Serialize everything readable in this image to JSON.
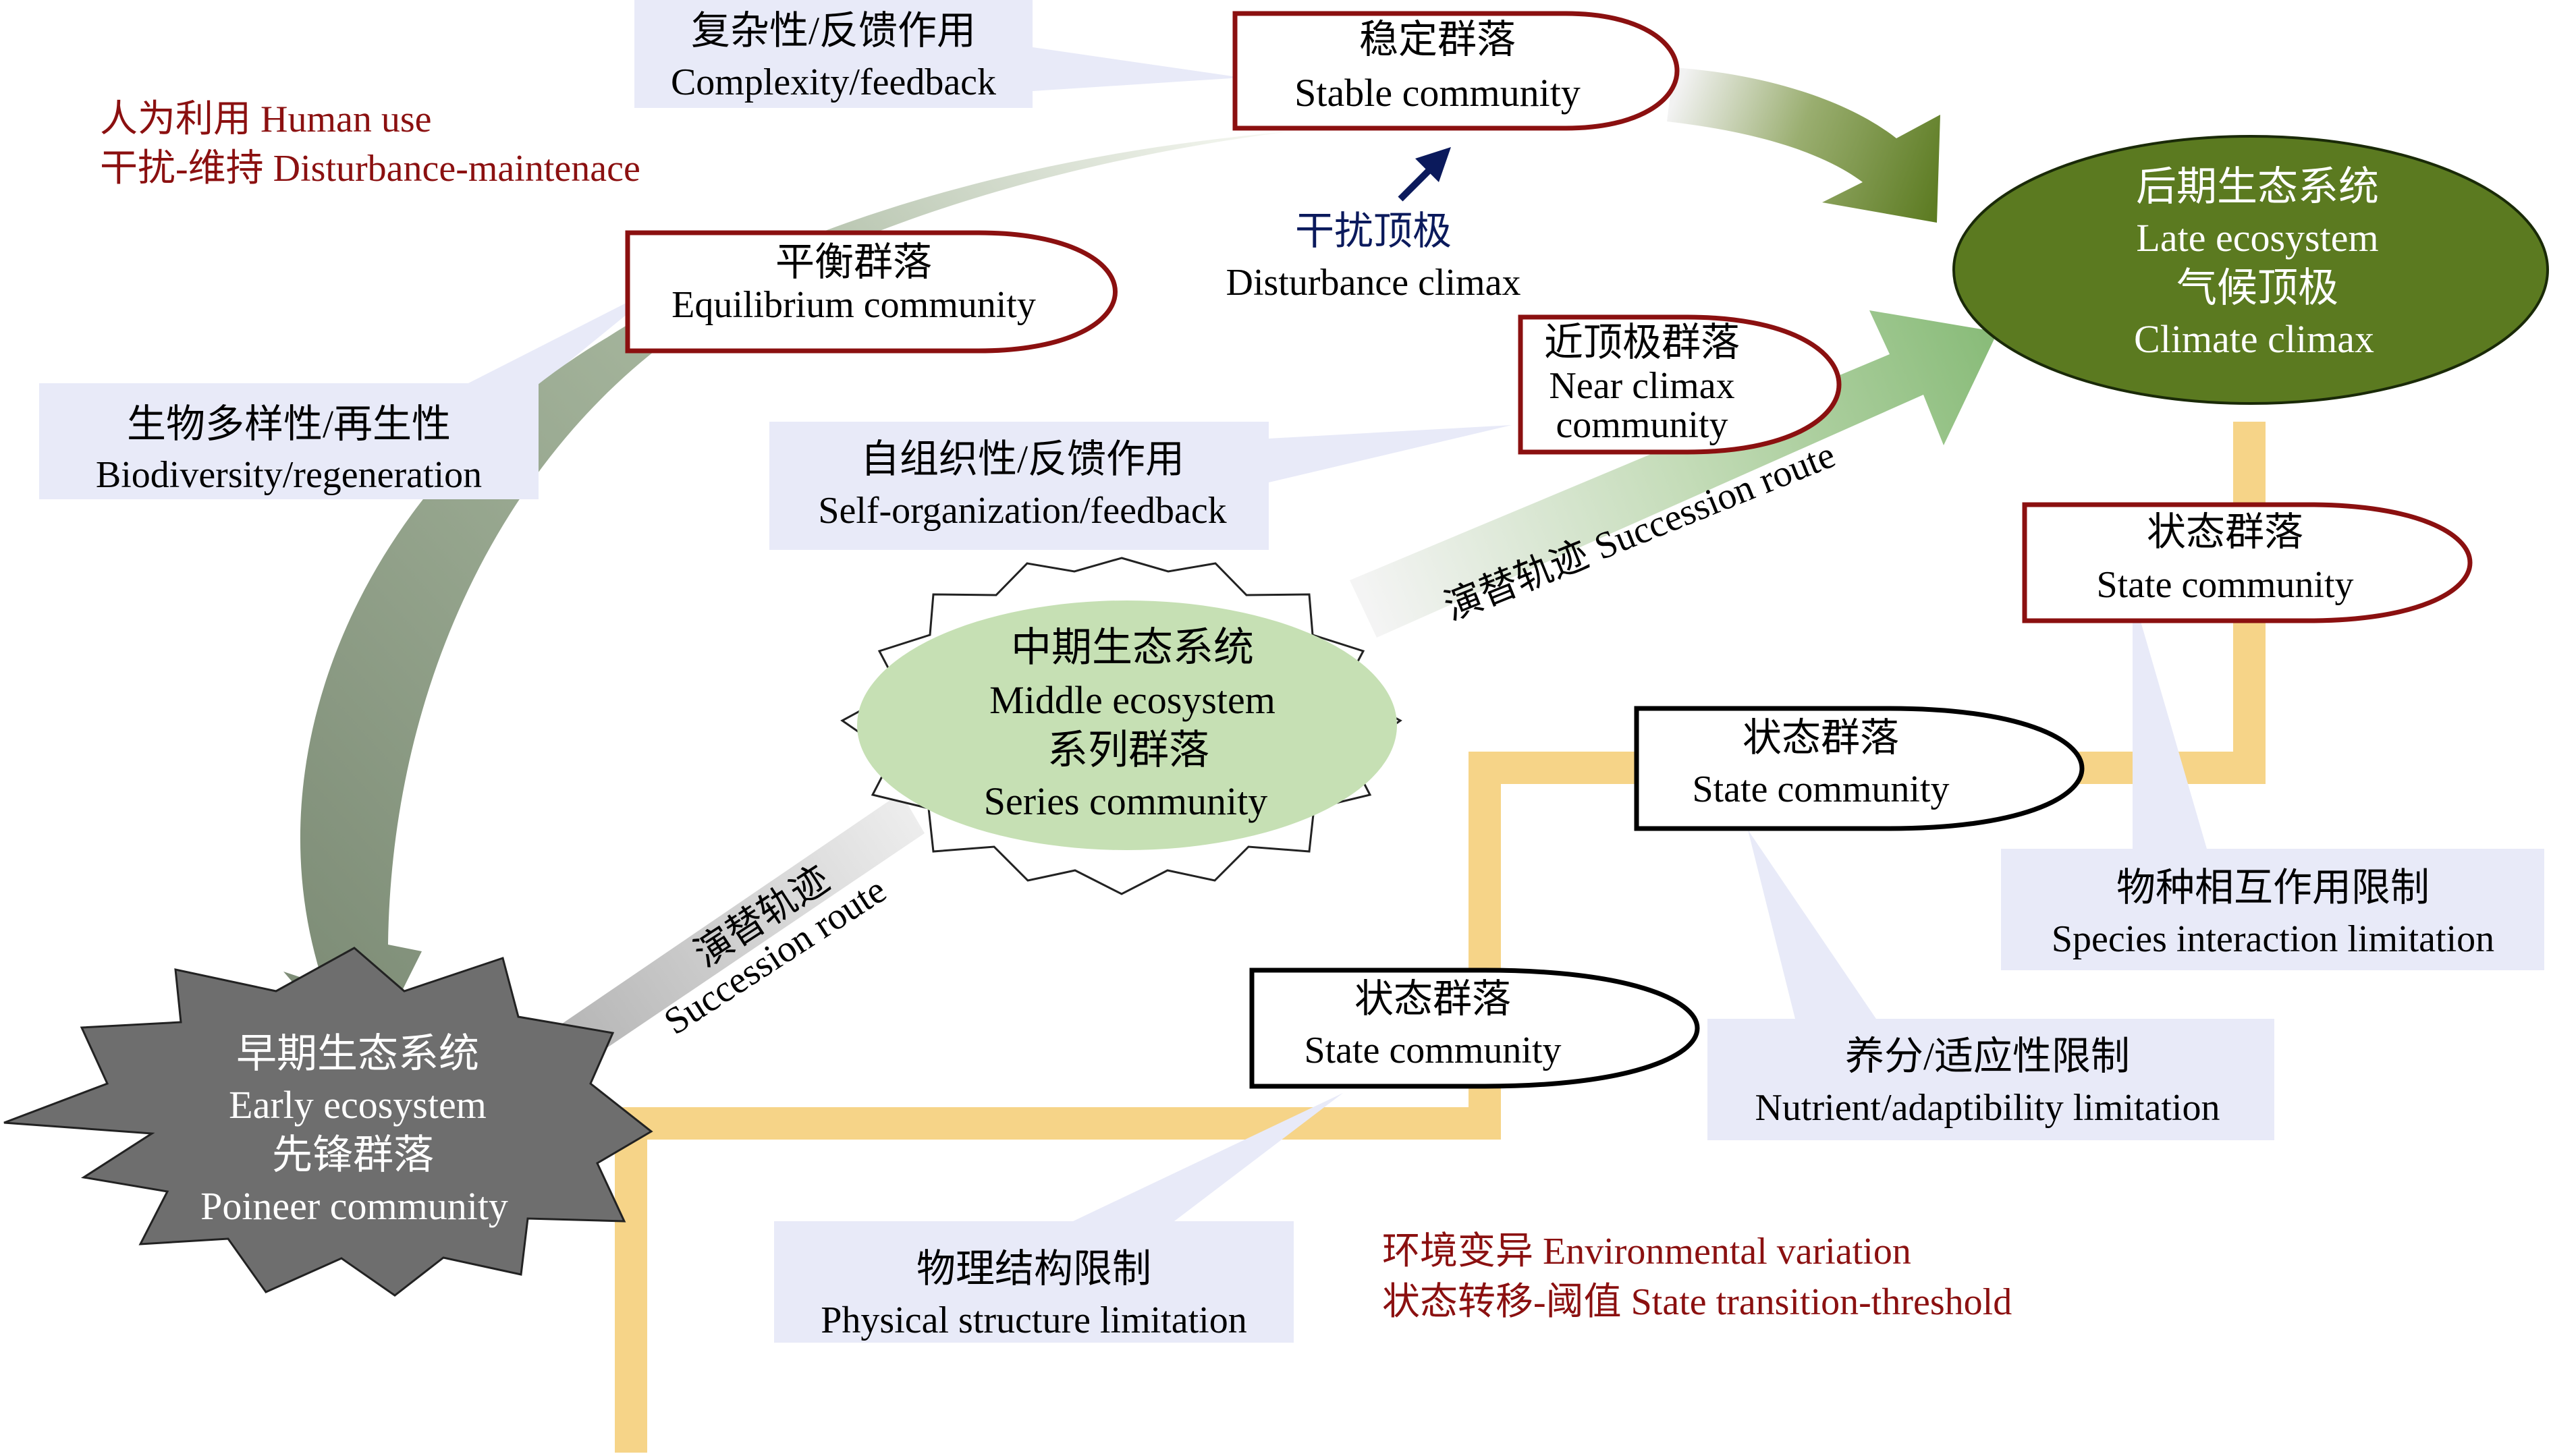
{
  "nodes": {
    "early": {
      "zh": "早期生态系统",
      "en": "Early ecosystem",
      "zh2": "先锋群落",
      "en2": "Poineer community"
    },
    "middle": {
      "zh": "中期生态系统",
      "en": "Middle ecosystem",
      "zh2": "系列群落",
      "en2": "Series community"
    },
    "late": {
      "zh": "后期生态系统",
      "en": "Late ecosystem",
      "zh2": "气候顶极",
      "en2": "Climate climax"
    },
    "stable": {
      "zh": "稳定群落",
      "en": "Stable community"
    },
    "equilibrium": {
      "zh": "平衡群落",
      "en": "Equilibrium community"
    },
    "near_climax": {
      "zh": "近顶极群落",
      "en1": "Near climax",
      "en2": "community"
    },
    "state_top": {
      "zh": "状态群落",
      "en": "State community"
    },
    "state_mid": {
      "zh": "状态群落",
      "en": "State community"
    },
    "state_low": {
      "zh": "状态群落",
      "en": "State community"
    }
  },
  "labels": {
    "complexity": {
      "zh": "复杂性/反馈作用",
      "en": "Complexity/feedback"
    },
    "biodiversity": {
      "zh": "生物多样性/再生性",
      "en": "Biodiversity/regeneration"
    },
    "selforg": {
      "zh": "自组织性/反馈作用",
      "en": "Self-organization/feedback"
    },
    "species": {
      "zh": "物种相互作用限制",
      "en": "Species interaction limitation"
    },
    "nutrient": {
      "zh": "养分/适应性限制",
      "en": "Nutrient/adaptibility limitation"
    },
    "physical": {
      "zh": "物理结构限制",
      "en": "Physical structure limitation"
    }
  },
  "disturbance_climax": {
    "zh": "干扰顶极",
    "en": "Disturbance climax"
  },
  "human_use": {
    "line1": "人为利用 Human use",
    "line2": "干扰-维持 Disturbance-maintenace"
  },
  "environment": {
    "line1": "环境变异 Environmental variation",
    "line2": "状态转移-阈值 State transition-threshold"
  },
  "routes": {
    "lower": {
      "zh": "演替轨迹",
      "en": "Succession route"
    },
    "upper": {
      "zh": "演替轨迹",
      "en": "Succession route"
    }
  },
  "colors": {
    "dark_red": "#8b1010",
    "olive": "#5b7a20",
    "light_green": "#c6e0b4",
    "gray_star": "#6e6e6e",
    "tan_path": "#f6d488",
    "label_bg": "#e8eaf8",
    "navy": "#0b1a5c"
  }
}
